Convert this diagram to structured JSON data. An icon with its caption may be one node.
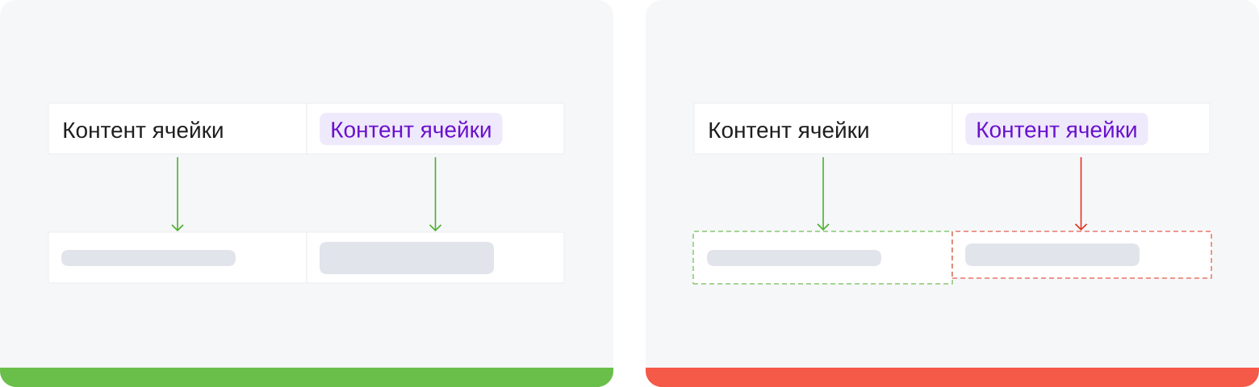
{
  "diagram": {
    "nodes": [
      {
        "text": [],
        "shape": "box"
      },
      {
        "text": [
          "Контент ячейки"
        ],
        "in": 0
      },
      {
        "text": [
          "Контент ячейки"
        ],
        "in": 0
      },
      {
        "text": [],
        "shape": "box",
        "in": 0
      },
      {
        "text": [],
        "shape": "bar",
        "in": 3
      },
      {
        "text": [],
        "shape": "box",
        "in": 0
      },
      {
        "text": [],
        "shape": "bar",
        "in": 5
      },
      {
        "text": [],
        "shape": "box"
      },
      {
        "text": [
          "Контент ячейки"
        ],
        "in": 7
      },
      {
        "text": [
          "Контент ячейки"
        ],
        "in": 7
      },
      {
        "text": [],
        "shape": "box",
        "in": 7
      },
      {
        "text": [],
        "shape": "bar",
        "in": 10
      },
      {
        "text": [],
        "shape": "box",
        "in": 7
      },
      {
        "text": [],
        "shape": "bar",
        "in": 12
      }
    ],
    "edges": [
      {
        "from": 1,
        "to": 3,
        "arrow": "to"
      },
      {
        "from": 2,
        "to": 5,
        "arrow": "to"
      },
      {
        "from": 8,
        "to": 10,
        "arrow": "to"
      },
      {
        "from": 9,
        "to": 12,
        "arrow": "to",
        "color": "#e0321f"
      }
    ]
  }
}
